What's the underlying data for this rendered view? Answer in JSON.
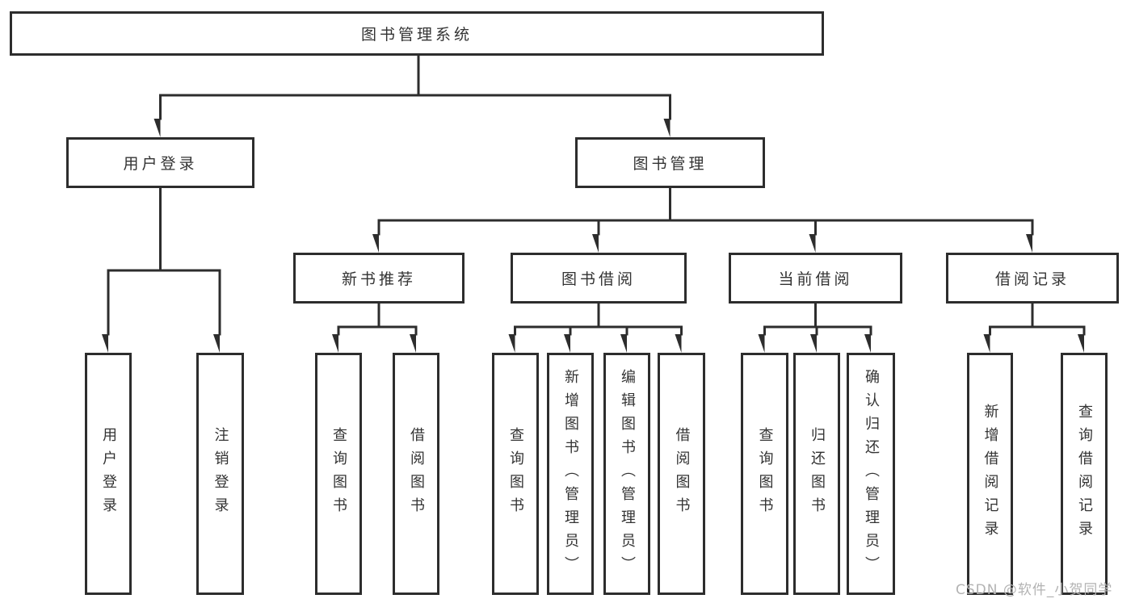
{
  "diagram": {
    "root": {
      "label": "图书管理系统"
    },
    "level2": [
      {
        "label": "用户登录"
      },
      {
        "label": "图书管理"
      }
    ],
    "level3": [
      {
        "label": "新书推荐"
      },
      {
        "label": "图书借阅"
      },
      {
        "label": "当前借阅"
      },
      {
        "label": "借阅记录"
      }
    ],
    "leaves": [
      {
        "label": "用户登录"
      },
      {
        "label": "注销登录"
      },
      {
        "label": "查询图书"
      },
      {
        "label": "借阅图书"
      },
      {
        "label": "查询图书"
      },
      {
        "label": "新增图书（管理员）"
      },
      {
        "label": "编辑图书（管理员）"
      },
      {
        "label": "借阅图书"
      },
      {
        "label": "查询图书"
      },
      {
        "label": "归还图书"
      },
      {
        "label": "确认归还（管理员）"
      },
      {
        "label": "新增借阅记录"
      },
      {
        "label": "查询借阅记录"
      }
    ],
    "watermark": {
      "text": "CSDN @软件_小贺同学"
    },
    "colors": {
      "line": "#2d2d2d",
      "text": "#333333",
      "watermark": "#b3b3b3",
      "background": "#ffffff"
    }
  }
}
